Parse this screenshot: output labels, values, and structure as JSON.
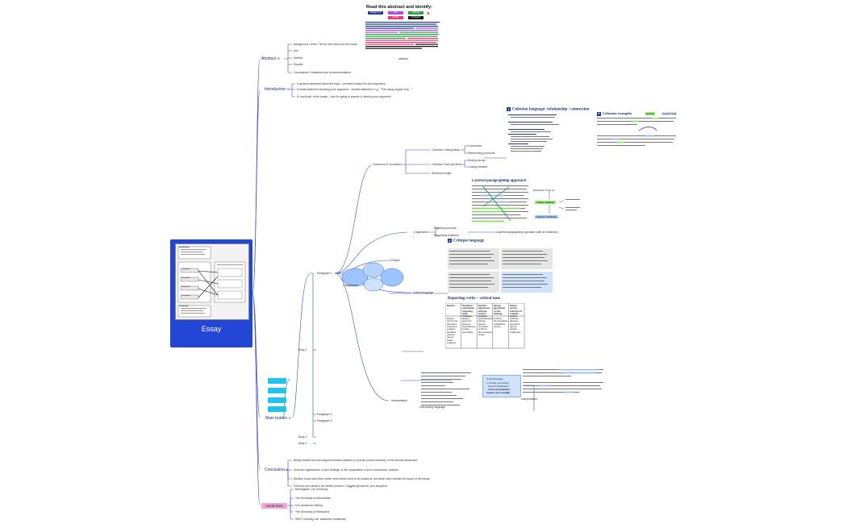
{
  "central": {
    "title": "Essay",
    "doc_lines": [
      "Introduction",
      "Paragraph 1",
      "Paragraph 2",
      "Paragraph 3",
      "Paragraph 4",
      "Conclusion"
    ]
  },
  "top": {
    "heading": "Read this abstract and identify:",
    "chips": [
      {
        "label": "background",
        "color": "#1f3d8a"
      },
      {
        "label": "aim",
        "color": "#b04de0"
      },
      {
        "label": "method",
        "color": "#2ea043"
      },
      {
        "label": "results",
        "color": "#e8387a"
      },
      {
        "label": "conclusion",
        "color": "#111111"
      }
    ],
    "abstract_label": "abstract"
  },
  "abstract": {
    "label": "Abstract",
    "items": [
      "Background / Aims / Tell me the reason for the study",
      "Aim",
      "Method",
      "Results",
      "Conclusions / limitations and recommendations"
    ]
  },
  "introduction": {
    "label": "Introduction",
    "items": [
      "A general statement about the topic – provides context for your argument.",
      "A thesis statement showing your argument – implicit statement, e.g., \"This essay argues that…\"",
      "A 'road map' of the essay – how it's going to answer & develop your argument."
    ]
  },
  "main_body": {
    "label": "Main bodies",
    "paragraphs": [
      "Paragraph 1",
      "Paragraph 2",
      "Paragraph 3"
    ],
    "bodies": [
      "Body 1",
      "Body 2",
      "Body 3"
    ],
    "coherence": {
      "label": "Coherence & Cohesion",
      "items": [
        "Cohesion: linking ideas",
        "Cohesion: flow and links",
        "Sentence length"
      ],
      "sub_items": [
        "Connectors",
        "Referencing pronouns",
        "Moving across",
        "Looking forward"
      ]
    },
    "arguments_label": "2 arguments",
    "critique_label": "Critique",
    "critical_language": "Critical language",
    "interpretation": "Interpretation",
    "reporting": [
      "Reporting sources",
      "Presenting evidence"
    ],
    "layered_caption": "Layered paragraphing approach (with an evidence)",
    "cohesion_caption": "Cohesive language",
    "interp_caption": "Interpreting language",
    "interp_note_caption": "Interpretation"
  },
  "cards": {
    "cohesion_title": "Cohesion language: relationship / connection",
    "cohesion_examples_title": "Cohesion examples",
    "cohesion_examples_tags": [
      "sources",
      "research data"
    ],
    "layered_title": "Layered paragraphing approach",
    "layered_tags": [
      "Description: Point out",
      "Critique: Evaluate",
      "Interpret: conclusion"
    ],
    "critique_title": "Critique language",
    "reporting_title": "Reporting verbs – critical tone",
    "reporting_headers": [
      "Neutral",
      "Tentative / uncertainty regarding weak evidence",
      "Implied agreement with the writer's position",
      "Strong agreement on the findings",
      "Shows strong criticism of original source"
    ],
    "reporting_cells": [
      "argues, comments, describes, examines, explains, identifies, outlines, reports, states, suggests",
      "alleges, assumes, believes, hypothesises, implies, speculates",
      "acknowledges, admits, agrees, concedes, confirms, demonstrates, shows",
      "confirms, demonstrates, establishes, proves",
      "criticises, disputes, questions, rejects, refutes, challenges"
    ],
    "interp_box": [
      "In this language:",
      "1)  Create your writing",
      "from the description",
      "to the interpretation",
      "2)  gives you a weight"
    ]
  },
  "conclusion": {
    "label": "Conclusion",
    "items": [
      "Briefly restate the main argument/thesis question & provide a short summary of the themes discussed.",
      "Show the significance of your findings, or the implications of your conclusions. Analyse.",
      "Mention future and other further work which need to be looked at, but which were outside the scope of the essay.",
      "Point out your limits in the written context / Suggest ground for your discipline."
    ]
  },
  "useful_links": {
    "label": "Useful links",
    "items": [
      "Birmingham City University",
      "The University of Manchester",
      "UCL Academic Writing",
      "The University of Melbourne",
      "RMIT Learning Lab: academic vocabulary"
    ]
  },
  "colors": {
    "connector": "#3b4fc4",
    "central": "#2446d6",
    "highlight_green": "#8ff06b",
    "highlight_blue": "#cfe3ff",
    "link_pink": "#f6a6d6",
    "cyan": "#1ec3f0"
  }
}
